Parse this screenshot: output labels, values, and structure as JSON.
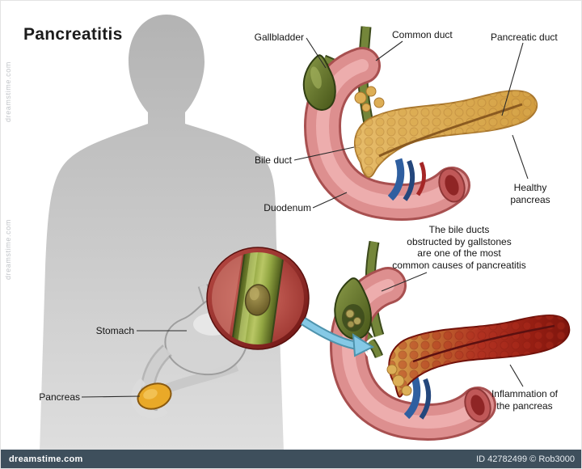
{
  "title": "Pancreatitis",
  "labels": {
    "gallbladder": "Gallbladder",
    "common_duct": "Common duct",
    "pancreatic_duct": "Pancreatic duct",
    "bile_duct": "Bile duct",
    "duodenum": "Duodenum",
    "healthy_pancreas": "Healthy pancreas",
    "stomach": "Stomach",
    "pancreas": "Pancreas",
    "inflammation": "Inflammation of the pancreas",
    "caption_lines": [
      "The bile ducts",
      "obstructed by gallstones",
      "are one of the most",
      "common causes of pancreatitis"
    ]
  },
  "watermarks": {
    "left_top": "dreamstime.com",
    "left_mid": "dreamstime.com"
  },
  "footer": {
    "brand": "dreamstime.com",
    "credit": "ID 42782499 © Rob3000"
  },
  "colors": {
    "footer_bar": "#3e4f5c",
    "silhouette_gray": "#c2c2c2",
    "healthy_pancreas_yellow": "#ddae55",
    "inflamed_pancreas_red": "#a82418",
    "bile_duct_green": "#74863a",
    "duodenum_pink": "#dd8f8f",
    "arrow_blue": "#85c9e6",
    "inset_ring_red": "#8c2420"
  }
}
